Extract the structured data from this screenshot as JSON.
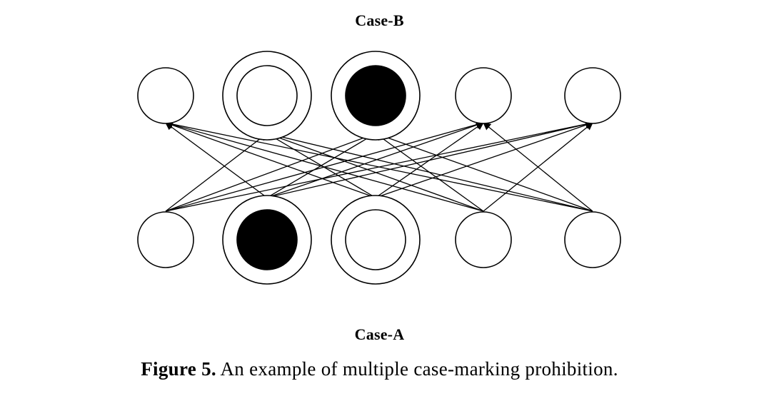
{
  "diagram": {
    "top_label": "Case-B",
    "bottom_label": "Case-A",
    "caption": {
      "figure_number": "Figure 5.",
      "text": "An example of multiple case-marking prohibition."
    },
    "colors": {
      "stroke": "#000000",
      "filled_node": "#000000",
      "background": "#ffffff"
    },
    "top_row": [
      {
        "id": "b1",
        "marking": "plain"
      },
      {
        "id": "b2",
        "marking": "double-ring"
      },
      {
        "id": "b3",
        "marking": "filled-ring"
      },
      {
        "id": "b4",
        "marking": "plain"
      },
      {
        "id": "b5",
        "marking": "plain"
      }
    ],
    "bottom_row": [
      {
        "id": "a1",
        "marking": "plain"
      },
      {
        "id": "a2",
        "marking": "filled-ring"
      },
      {
        "id": "a3",
        "marking": "double-ring"
      },
      {
        "id": "a4",
        "marking": "plain"
      },
      {
        "id": "a5",
        "marking": "plain"
      }
    ],
    "edges": [
      {
        "from": "a1",
        "to": "b2"
      },
      {
        "from": "a1",
        "to": "b3"
      },
      {
        "from": "a1",
        "to": "b4"
      },
      {
        "from": "a1",
        "to": "b5"
      },
      {
        "from": "a2",
        "to": "b1"
      },
      {
        "from": "a2",
        "to": "b3"
      },
      {
        "from": "a2",
        "to": "b4"
      },
      {
        "from": "a2",
        "to": "b5"
      },
      {
        "from": "a3",
        "to": "b1"
      },
      {
        "from": "a3",
        "to": "b2"
      },
      {
        "from": "a3",
        "to": "b4"
      },
      {
        "from": "a3",
        "to": "b5"
      },
      {
        "from": "a4",
        "to": "b1"
      },
      {
        "from": "a4",
        "to": "b2"
      },
      {
        "from": "a4",
        "to": "b3"
      },
      {
        "from": "a4",
        "to": "b5"
      },
      {
        "from": "a5",
        "to": "b1"
      },
      {
        "from": "a5",
        "to": "b2"
      },
      {
        "from": "a5",
        "to": "b3"
      },
      {
        "from": "a5",
        "to": "b4"
      }
    ]
  }
}
